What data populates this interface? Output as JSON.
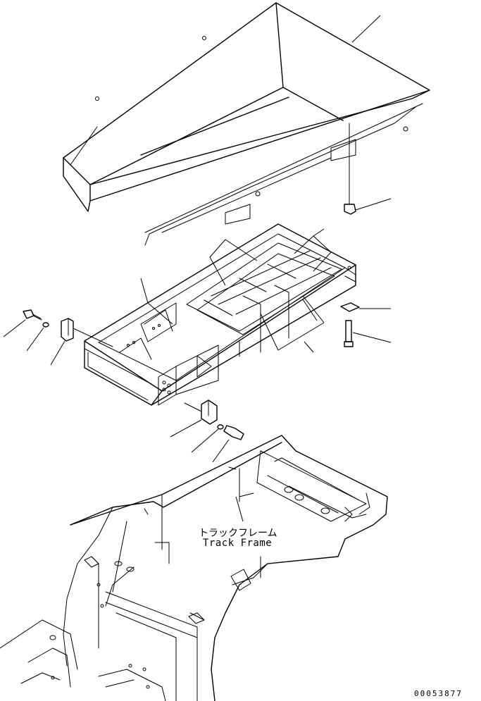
{
  "labels": {
    "track_frame_jp": "トラックフレーム",
    "track_frame_en": "Track Frame"
  },
  "drawing_number": "00053877"
}
